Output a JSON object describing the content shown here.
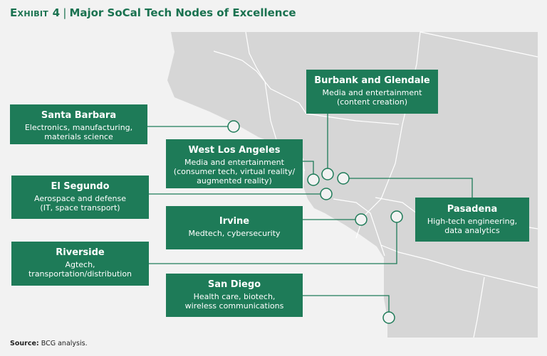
{
  "title": {
    "exhibit": "Exhibit 4",
    "separator": "|",
    "text": "Major SoCal Tech Nodes of Excellence"
  },
  "colors": {
    "accent": "#1e7b58",
    "land": "#d6d6d6",
    "water": "#f2f2f2",
    "border": "#ffffff"
  },
  "nodes": [
    {
      "name": "Santa Barbara",
      "description": "Electronics, manufacturing,\nmaterials science"
    },
    {
      "name": "West Los Angeles",
      "description": "Media and entertainment\n(consumer tech, virtual reality/\naugmented reality)"
    },
    {
      "name": "Burbank and Glendale",
      "description": "Media and entertainment\n(content creation)"
    },
    {
      "name": "El Segundo",
      "description": "Aerospace and defense\n(IT, space transport)"
    },
    {
      "name": "Irvine",
      "description": "Medtech, cybersecurity"
    },
    {
      "name": "Pasadena",
      "description": "High-tech engineering,\ndata analytics"
    },
    {
      "name": "Riverside",
      "description": "Agtech,\ntransportation/distribution"
    },
    {
      "name": "San Diego",
      "description": "Health care, biotech,\nwireless communications"
    }
  ],
  "source": {
    "label": "Source:",
    "text": "BCG analysis."
  }
}
